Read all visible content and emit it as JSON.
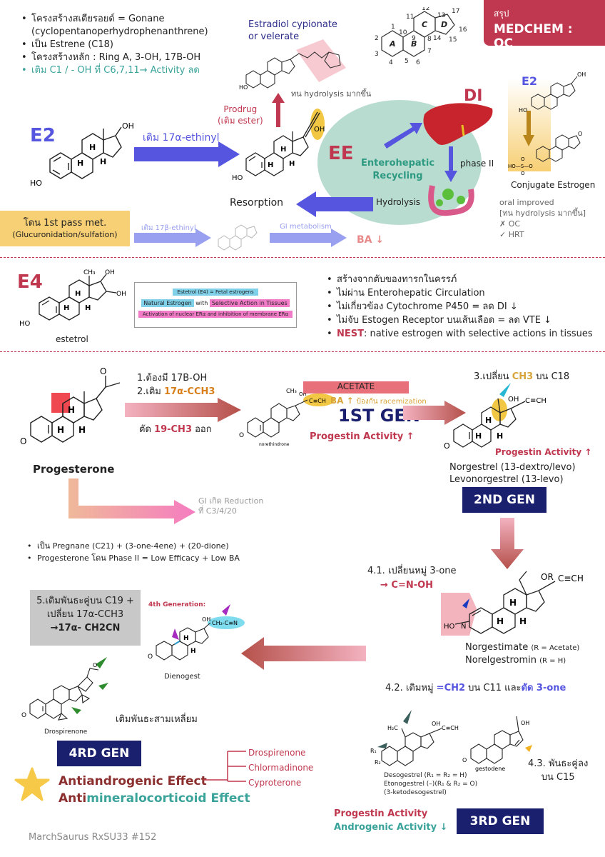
{
  "header": {
    "badge_small": "สรุป",
    "badge_big": "MEDCHEM : OC"
  },
  "e2": {
    "notes": [
      "โครงสร้างสเตียรอยด์ = Gonane",
      "(cyclopentanoperhydrophenanthrene)",
      "เป็น Estrene (C18)",
      "โครงสร้างหลัก : Ring A, 3-OH, 17B-OH",
      "เติม C1 / - OH ที่ C6,7,11→ Activity ลด"
    ],
    "estradiol_ester": "Estradiol cypionate",
    "estradiol_ester2": "or velerate",
    "hydro_note": "ทน hydrolysis มากขึ้น",
    "rings": [
      "1",
      "2",
      "3",
      "4",
      "5",
      "6",
      "7",
      "8",
      "9",
      "10",
      "11",
      "12",
      "13",
      "14",
      "15",
      "16",
      "17"
    ],
    "ring_letters": [
      "A",
      "B",
      "C",
      "D"
    ],
    "label": "E2",
    "arrow1": "เติม 17α-ethinyl",
    "prodrug": "Prodrug",
    "prodrug2": "(เติม ester)",
    "ee": "EE",
    "di": "DI",
    "entero": "Enterohepatic",
    "recyc": "Recycling",
    "phase2": "phase II",
    "hydrolysis": "Hydrolysis",
    "resorption": "Resorption",
    "firstpass": "โดน 1st pass met.",
    "firstpass2": "(Glucuronidation/sulfation)",
    "beta_ethinyl": "เติม 17β-ethinyl",
    "gi_met": "GI metabolism",
    "ba_down": "BA ↓",
    "conj_e2": "E2",
    "conj_label": "Conjugate Estrogen",
    "conj_notes": [
      "oral improved",
      "[ทน hydrolysis มากขึ้น]",
      "✗ OC",
      "✓ HRT"
    ]
  },
  "e4": {
    "label": "E4",
    "name": "estetrol",
    "box1": "Estetrol (E4) = Fetal estrogens",
    "box2a": "Natural Estrogen",
    "box2b": "with",
    "box2c": "Selective Action in Tissues",
    "box3": "Activation of nuclear ERα and inhibition of membrane ERα",
    "bullets": [
      "สร้างจากตับของทารกในครรภ์",
      "ไม่ผ่าน Enterohepatic Circulation",
      "ไม่เกี่ยวข้อง Cytochrome P450 = ลด DI ↓",
      "ไม่จับ Estogen Receptor บนเส้นเลือด = ลด VTE ↓"
    ],
    "nest_key": "NEST",
    "nest_rest": ": native estrogen with selective actions in tissues"
  },
  "prog": {
    "name": "Progesterone",
    "step1": "1.ต้องมี 17B-OH",
    "step2a": "2.เติม ",
    "step2b": "17α-CCH3",
    "cut_a": "ตัด ",
    "cut_b": "19-CH3",
    "cut_c": " ออก",
    "norethindrone": "norethindrone",
    "acetate": "ACETATE",
    "ba_up": "BA ↑",
    "racem": "ป้องกัน racemization",
    "gen1": "1ST GEN",
    "prog_up": "Progestin Activity ↑",
    "gi_red": "GI เกิด Reduction",
    "gi_red2": "ที่ C3/4/20",
    "notes": [
      "เป็น Pregnane (C21) + (3-one-4ene) + (20-dione)",
      "Progesterone โดน Phase II = Low Efficacy + Low BA"
    ],
    "step3a": "3.เปลี่ยน ",
    "step3b": "CH3",
    "step3c": " บน C18",
    "prog_up2": "Progestin Activity ↑",
    "norgestrel": "Norgestrel (13-dextro/levo)",
    "levonorgestrel": "Levonorgestrel (13-levo)",
    "gen2": "2ND GEN",
    "step41a": "4.1. เปลี่ยนหมู่ 3-one",
    "step41b": "→ C=N-OH",
    "norgestimate": "Norgestimate",
    "norgestimate_r": "(R = Acetate)",
    "norelgestromin": "Norelgestromin",
    "norelgestromin_r": "(R = H)",
    "step42a": "4.2. เติมหมู่ ",
    "step42b": "=CH2",
    "step42c": " บน C11 และ",
    "step42d": "ตัด 3-one",
    "desogestrel": "Desogestrel (R₁ = R₂ = H)",
    "etonogestrel": "Etonogestrel (–)(R₁ & R₂ = O)",
    "keto": "(3-ketodesogestrel)",
    "gestodene": "gestodene",
    "step43a": "4.3. พันธะคู่ลง",
    "step43b": "บน C15",
    "prog_act": "Progestin Activity",
    "andro_act": "Androgenic Activity ↓",
    "gen3": "3RD GEN",
    "step5a": "5.เติมพันธะคู่บน C19 +",
    "step5b": "เปลี่ยน 17α-CCH3",
    "step5c": "→17α- CH2CN",
    "gen4_title": "4th Generation:",
    "dienogest": "Dienogest",
    "drospirenone": "Drospirenone",
    "triple": "เติมพันธะสามเหลี่ยม",
    "gen4": "4RD GEN",
    "anti1": "Antiandrogenic Effect",
    "anti2a": "Anti",
    "anti2b": "mineralocorticoid Effect",
    "drugs": [
      "Drospirenone",
      "Chlormadinone",
      "Cyproterone"
    ]
  },
  "footer": "MarchSaurus RxSU33 #152",
  "colors": {
    "blue": "#5555e0",
    "red": "#c0384f",
    "teal": "#3aa39a",
    "navy": "#1a1f6e",
    "orange": "#d87f1a",
    "mint": "#b9dcd0"
  }
}
